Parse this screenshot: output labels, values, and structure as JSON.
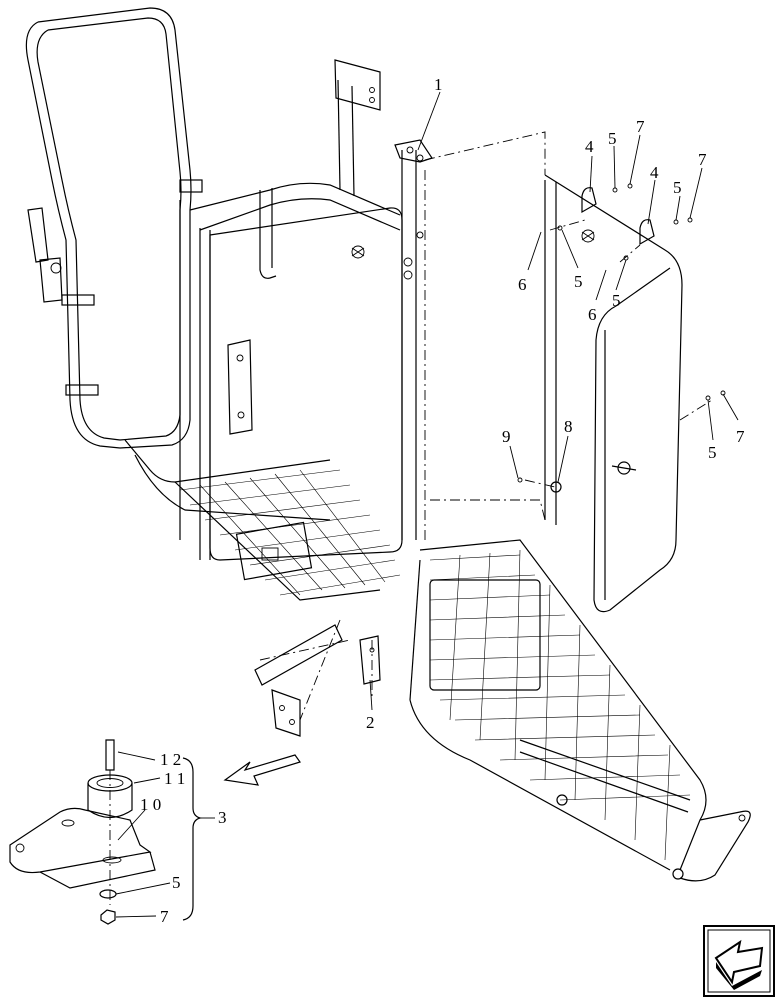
{
  "callouts": {
    "c1": "1",
    "c2": "2",
    "c3": "3",
    "c4a": "4",
    "c4b": "4",
    "c5a": "5",
    "c5b": "5",
    "c5c": "5",
    "c5d": "5",
    "c5e": "5",
    "c5f": "5",
    "c6a": "6",
    "c6b": "6",
    "c7a": "7",
    "c7b": "7",
    "c7c": "7",
    "c7d": "7",
    "c8": "8",
    "c9": "9",
    "c10": "1 0",
    "c11": "1 1",
    "c12": "1 2"
  },
  "nav_icon": "next-page-arrow-icon"
}
